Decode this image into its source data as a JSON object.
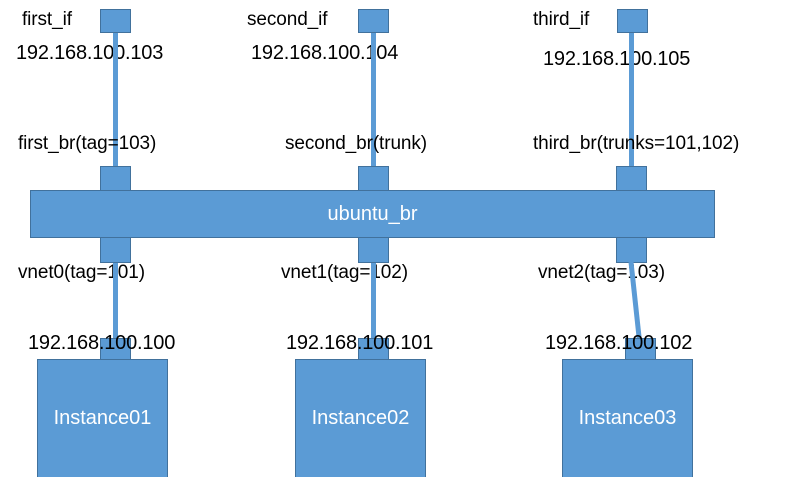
{
  "diagram": {
    "title": "ubuntu_br network bridge topology",
    "colors": {
      "node_fill": "#5B9BD5",
      "node_stroke": "#41719C",
      "node_text": "#FFFFFF",
      "label_text": "#000000",
      "background": "#FFFFFF"
    },
    "bridge": {
      "name": "ubuntu_br"
    },
    "columns": [
      {
        "interface_name": "first_if",
        "interface_ip": "192.168.100.103",
        "bridge_port": "first_br(tag=103)",
        "vnet_port": "vnet0(tag=101)",
        "instance_ip": "192.168.100.100",
        "instance_name": "Instance01"
      },
      {
        "interface_name": "second_if",
        "interface_ip": "192.168.100.104",
        "bridge_port": "second_br(trunk)",
        "vnet_port": "vnet1(tag=102)",
        "instance_ip": "192.168.100.101",
        "instance_name": "Instance02"
      },
      {
        "interface_name": "third_if",
        "interface_ip": "192.168.100.105",
        "bridge_port": "third_br(trunks=101,102)",
        "vnet_port": "vnet2(tag=103)",
        "instance_ip": "192.168.100.102",
        "instance_name": "Instance03"
      }
    ]
  }
}
